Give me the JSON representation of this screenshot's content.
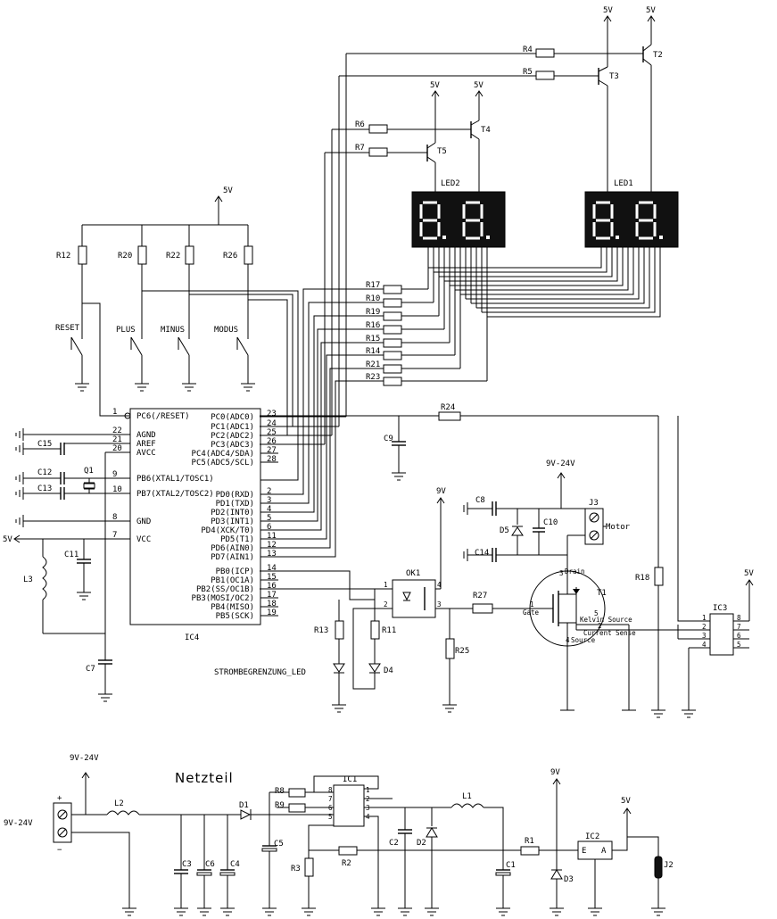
{
  "supply_labels": {
    "t2": "5V",
    "t3": "5V",
    "t5": "5V",
    "t4": "5V",
    "buttons": "5V",
    "ok1": "9V",
    "mosfet": "9V-24V",
    "ic3": "5V",
    "vcc_left": "5V",
    "psu_in_top": "9V-24V",
    "psu_in_left": "9V-24V",
    "psu_9v": "9V",
    "psu_5v": "5V"
  },
  "resistors": {
    "r4": "R4",
    "r5": "R5",
    "r6": "R6",
    "r7": "R7",
    "r12": "R12",
    "r20": "R20",
    "r22": "R22",
    "r26": "R26",
    "r17": "R17",
    "r10": "R10",
    "r19": "R19",
    "r16": "R16",
    "r15": "R15",
    "r14": "R14",
    "r21": "R21",
    "r23": "R23",
    "r24": "R24",
    "r18": "R18",
    "r13": "R13",
    "r11": "R11",
    "r27": "R27",
    "r25": "R25",
    "r8": "R8",
    "r9": "R9",
    "r3": "R3",
    "r2": "R2",
    "r1": "R1"
  },
  "transistors": {
    "t2": "T2",
    "t3": "T3",
    "t4": "T4",
    "t5": "T5",
    "t1": "T1"
  },
  "displays": {
    "led2": "LED2",
    "led1": "LED1"
  },
  "buttons": {
    "reset": "RESET",
    "plus": "PLUS",
    "minus": "MINUS",
    "modus": "MODUS"
  },
  "capacitors": {
    "c15": "C15",
    "c12": "C12",
    "c13": "C13",
    "c11": "C11",
    "c7": "C7",
    "c9": "C9",
    "c8": "C8",
    "c10": "C10",
    "c14": "C14",
    "c3": "C3",
    "c6": "C6",
    "c4": "C4",
    "c5": "C5",
    "c2": "C2",
    "c1": "C1"
  },
  "misc": {
    "q1": "Q1",
    "l3": "L3",
    "l2": "L2",
    "l1": "L1",
    "d5": "D5",
    "d4": "D4",
    "d1": "D1",
    "d2": "D2",
    "d3": "D3",
    "j3": "J3",
    "motor": "Motor",
    "ok1": "OK1",
    "ic3": "IC3",
    "ic1": "IC1",
    "ic2": "IC2",
    "j2": "J2",
    "strombegrenzung": "STROMBEGRENZUNG_LED",
    "netzteil": "Netzteil",
    "ic2_e": "E",
    "ic2_a": "A",
    "plus_sign": "+",
    "minus_sign": "−"
  },
  "ic4": {
    "name": "IC4",
    "left_pins": [
      {
        "num": "1",
        "label": "PC6(/RESET)"
      },
      {
        "num": "22",
        "label": "AGND"
      },
      {
        "num": "21",
        "label": "AREF"
      },
      {
        "num": "20",
        "label": "AVCC"
      },
      {
        "num": "9",
        "label": "PB6(XTAL1/TOSC1)"
      },
      {
        "num": "10",
        "label": "PB7(XTAL2/TOSC2)"
      },
      {
        "num": "8",
        "label": "GND"
      },
      {
        "num": "7",
        "label": "VCC"
      }
    ],
    "right_pins": [
      {
        "num": "23",
        "label": "PC0(ADC0)"
      },
      {
        "num": "24",
        "label": "PC1(ADC1)"
      },
      {
        "num": "25",
        "label": "PC2(ADC2)"
      },
      {
        "num": "26",
        "label": "PC3(ADC3)"
      },
      {
        "num": "27",
        "label": "PC4(ADC4/SDA)"
      },
      {
        "num": "28",
        "label": "PC5(ADC5/SCL)"
      },
      {
        "num": "2",
        "label": "PD0(RXD)"
      },
      {
        "num": "3",
        "label": "PD1(TXD)"
      },
      {
        "num": "4",
        "label": "PD2(INT0)"
      },
      {
        "num": "5",
        "label": "PD3(INT1)"
      },
      {
        "num": "6",
        "label": "PD4(XCK/T0)"
      },
      {
        "num": "11",
        "label": "PD5(T1)"
      },
      {
        "num": "12",
        "label": "PD6(AIN0)"
      },
      {
        "num": "13",
        "label": "PD7(AIN1)"
      },
      {
        "num": "14",
        "label": "PB0(ICP)"
      },
      {
        "num": "15",
        "label": "PB1(OC1A)"
      },
      {
        "num": "16",
        "label": "PB2(SS/OC1B)"
      },
      {
        "num": "17",
        "label": "PB3(MOSI/OC2)"
      },
      {
        "num": "18",
        "label": "PB4(MISO)"
      },
      {
        "num": "19",
        "label": "PB5(SCK)"
      }
    ]
  },
  "ok1_pins": {
    "p1": "1",
    "p2": "2",
    "p3": "3",
    "p4": "4"
  },
  "t1_pins": {
    "p1": "1",
    "p2": "2",
    "p3": "3",
    "p4": "4",
    "p5": "5",
    "drain": "Drain",
    "gate": "Gate",
    "kelvin": "Kelvin Source",
    "sense": "Current Sense",
    "source": "Source"
  },
  "ic3_pins": {
    "p1": "1",
    "p2": "2",
    "p3": "3",
    "p4": "4",
    "p5": "5",
    "p6": "6",
    "p7": "7",
    "p8": "8"
  },
  "ic1_pins": {
    "p1": "1",
    "p2": "2",
    "p3": "3",
    "p4": "4",
    "p5": "5",
    "p6": "6",
    "p7": "7",
    "p8": "8"
  }
}
